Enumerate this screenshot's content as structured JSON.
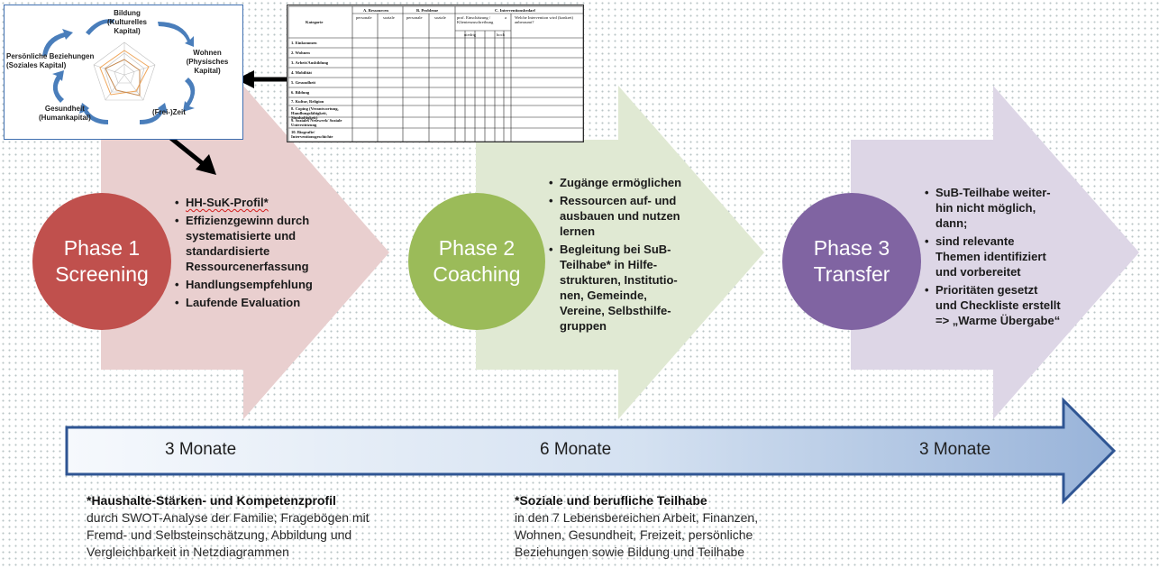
{
  "radar": {
    "labels": {
      "bildung": "Bildung\n(Kulturelles\nKapital)",
      "wohnen": "Wohnen\n(Physisches Kapital)",
      "zeit": "(Frei-)Zeit",
      "gesundheit": "Gesundheit\n(Humankapital)",
      "beziehungen": "Persönliche Beziehungen\n(Soziales Kapital)"
    }
  },
  "form": {
    "header": {
      "kategorie": "Kategorie",
      "a": "A. Ressourcen",
      "b": "B. Probleme",
      "c": "C. Interventionsbedarf",
      "personale": "personale",
      "soziale": "soziale",
      "sub1": "prof. Einschätzung / Klientenzuschreibung",
      "sub2": "a",
      "sub3": "Welche Intervention wird (konkret) anberaumt?",
      "niedrig": "niedrig",
      "hoch": "hoch"
    },
    "rows": [
      "1. Einkommen",
      "2. Wohnen",
      "3. Arbeit/Ausbildung",
      "4. Mobilität",
      "5. Gesundheit",
      "6. Bildung",
      "7. Kultur, Religion",
      "8. Coping (Verantwortung, Handlungsfähigkeit, Sinnhaftigkeit)",
      "9. Soziales Netzwerk/ Soziale Unterstützung",
      "10. Biografie/ Interventionsgeschichte"
    ]
  },
  "phases": [
    {
      "line1": "Phase 1",
      "line2": "Screening",
      "color": "#c0504d",
      "arrow_color": "#e9cfcf",
      "bullets": [
        "HH-SuK-Profil*",
        "Effizienzgewinn durch systematisierte und standardisierte Ressourcenerfassung",
        "Handlungsempfehlung",
        "Laufende Evaluation"
      ]
    },
    {
      "line1": "Phase 2",
      "line2": "Coaching",
      "color": "#9bbb59",
      "arrow_color": "#e0e9d3",
      "bullets": [
        "Zugänge ermöglichen",
        "Ressourcen auf- und ausbauen und nutzen lernen",
        "Begleitung bei SuB-Teilhabe* in Hilfe-strukturen, Institutio-nen, Gemeinde, Vereine, Selbsthilfe-gruppen"
      ]
    },
    {
      "line1": "Phase 3",
      "line2": "Transfer",
      "color": "#8064a2",
      "arrow_color": "#ddd6e6",
      "bullets": [
        "SuB-Teilhabe weiter-hin nicht möglich, dann;",
        "sind relevante Themen identifiziert und vorbereitet",
        "Prioritäten gesetzt und Checkliste erstellt => „Warme Übergabe“"
      ]
    }
  ],
  "timeline": {
    "labels": [
      "3 Monate",
      "6 Monate",
      "3 Monate"
    ]
  },
  "footnotes": [
    {
      "title": "*Haushalte-Stärken- und Kompetenzprofil",
      "lines": [
        "durch SWOT-Analyse der Familie; Fragebögen mit",
        "Fremd- und Selbsteinschätzung, Abbildung und",
        "Vergleichbarkeit in Netzdiagrammen"
      ]
    },
    {
      "title": "*Soziale und berufliche Teilhabe",
      "lines": [
        "in den 7 Lebensbereichen Arbeit, Finanzen,",
        "Wohnen, Gesundheit, Freizeit, persönliche",
        "Beziehungen sowie Bildung und Teilhabe"
      ]
    }
  ]
}
